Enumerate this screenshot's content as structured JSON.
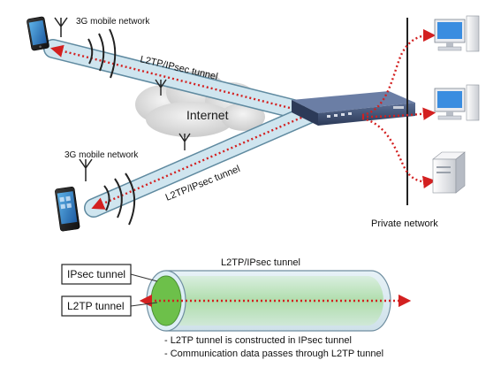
{
  "labels": {
    "network_top": "3G mobile network",
    "network_mid": "3G mobile network",
    "tunnel_top": "L2TP/IPsec tunnel",
    "tunnel_mid": "L2TP/IPsec tunnel",
    "internet": "Internet",
    "private_network": "Private network",
    "legend_title": "L2TP/IPsec tunnel",
    "ipsec_box": "IPsec tunnel",
    "l2tp_box": "L2TP tunnel"
  },
  "notes": [
    "- L2TP tunnel is constructed in IPsec tunnel",
    "- Communication data passes through L2TP tunnel"
  ],
  "colors": {
    "tunnel_fill": "#cfe5ef",
    "tunnel_edge": "#5f8aa0",
    "arrow": "#d32020",
    "l2tp_inner": "#6dc04a",
    "legend_body": "#a8dba0",
    "router": "#3a4a6b"
  },
  "icons": [
    "smartphone-icon",
    "antenna-icon",
    "cloud-icon",
    "router-icon",
    "desktop-computer-icon",
    "server-icon"
  ]
}
